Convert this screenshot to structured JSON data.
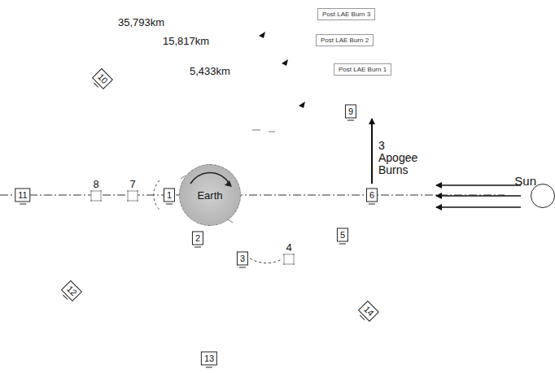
{
  "diagram": {
    "nodes": [
      {
        "text": [
          "Post LAE Burn 3"
        ]
      },
      {
        "text": [
          "Post LAE Burn 2"
        ]
      },
      {
        "text": [
          "Post LAE Burn 1"
        ]
      },
      {
        "text": [
          "10"
        ]
      },
      {
        "text": [
          "9"
        ]
      },
      {
        "text": [
          "Earth"
        ]
      },
      {
        "text": [
          "1"
        ]
      },
      {
        "text": [
          "6"
        ]
      },
      {
        "text": [
          "7"
        ]
      },
      {
        "text": [
          "8"
        ]
      },
      {
        "text": [
          "11"
        ]
      },
      {
        "text": [
          "Sun"
        ]
      },
      {
        "text": [
          "2"
        ]
      },
      {
        "text": [
          "3"
        ]
      },
      {
        "text": [
          "4"
        ]
      },
      {
        "text": [
          "5"
        ]
      },
      {
        "text": [
          "12"
        ]
      },
      {
        "text": [
          "14"
        ]
      },
      {
        "text": [
          "13"
        ]
      }
    ],
    "edges": [
      {
        "from": 13,
        "to": 14,
        "arrow": "none"
      }
    ],
    "labels": [
      "35,793km",
      "15,817km",
      "5,433km",
      "3 Apogee Burns"
    ]
  }
}
